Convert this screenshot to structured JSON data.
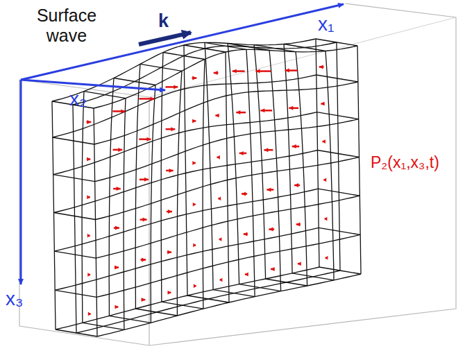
{
  "diagram": {
    "labels": [
      "Surface wave",
      "k",
      "x₁",
      "x₂",
      "x₃",
      "P₂(x₁,x₃,t)"
    ]
  }
}
